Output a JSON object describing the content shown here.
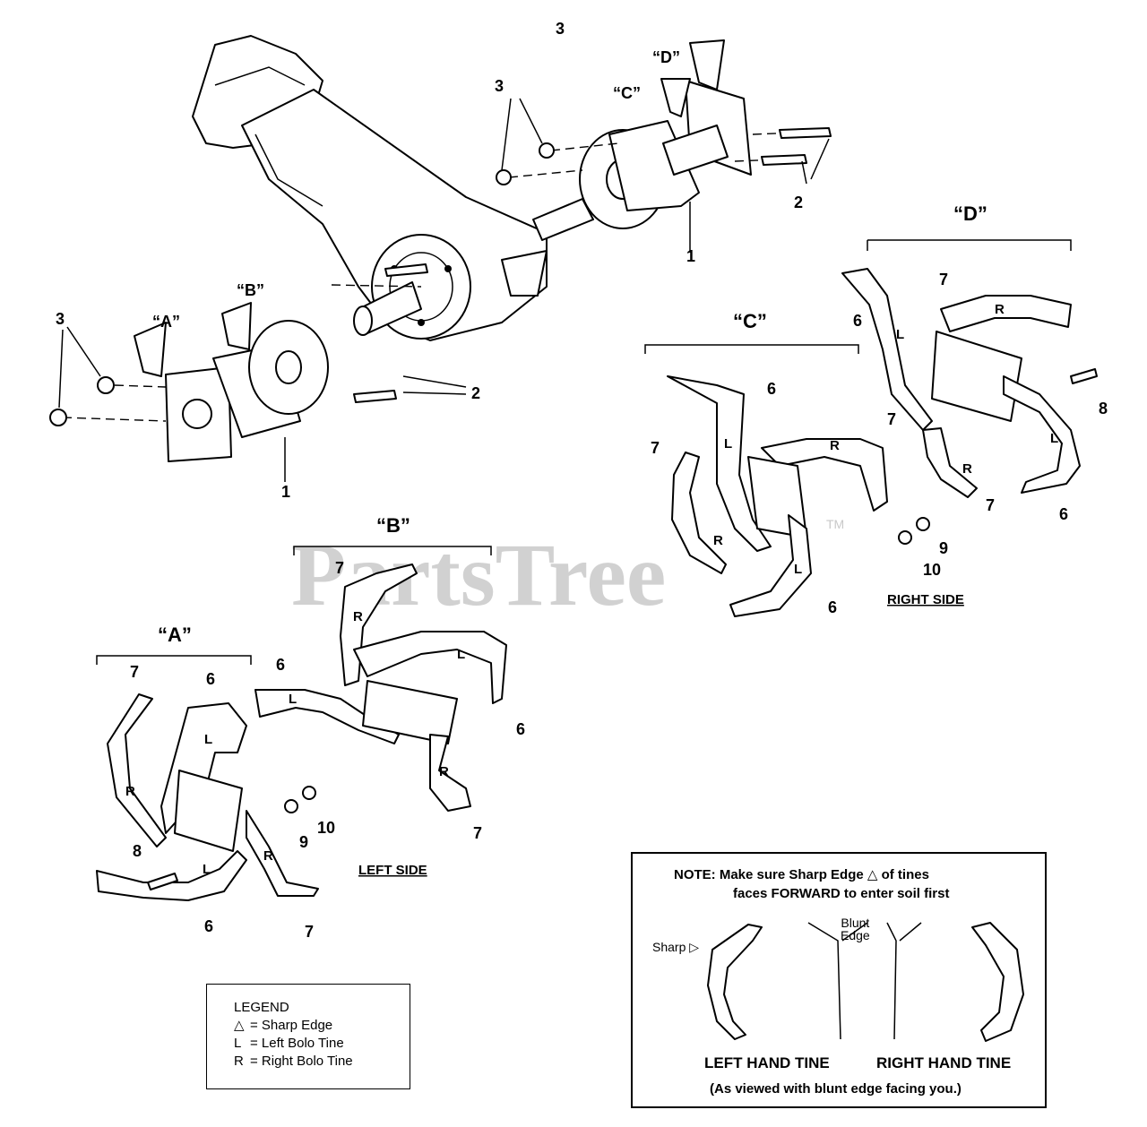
{
  "page_number": "3",
  "watermark": "PartsTree",
  "watermark_tm": "TM",
  "callouts": {
    "one": "1",
    "two": "2",
    "three": "3",
    "six": "6",
    "seven": "7",
    "eight": "8",
    "nine": "9",
    "ten": "10"
  },
  "groups": {
    "a": "“A”",
    "b": "“B”",
    "c": "“C”",
    "d": "“D”"
  },
  "tine_letters": {
    "left": "L",
    "right": "R"
  },
  "sides": {
    "right": "RIGHT SIDE",
    "left": "LEFT SIDE"
  },
  "legend": {
    "title": "LEGEND",
    "items": [
      {
        "symbol": "△",
        "text": "= Sharp Edge"
      },
      {
        "symbol": "L",
        "text": "= Left Bolo Tine"
      },
      {
        "symbol": "R",
        "text": "= Right Bolo Tine"
      }
    ]
  },
  "note": {
    "line1": "NOTE:  Make sure Sharp Edge △ of tines",
    "line2": "faces FORWARD to enter soil first",
    "sharp": "Sharp ▷",
    "blunt_line1": "Blunt",
    "blunt_line2": "Edge",
    "left_hand": "LEFT HAND TINE",
    "right_hand": "RIGHT HAND TINE",
    "viewed": "(As viewed with blunt edge facing you.)"
  }
}
